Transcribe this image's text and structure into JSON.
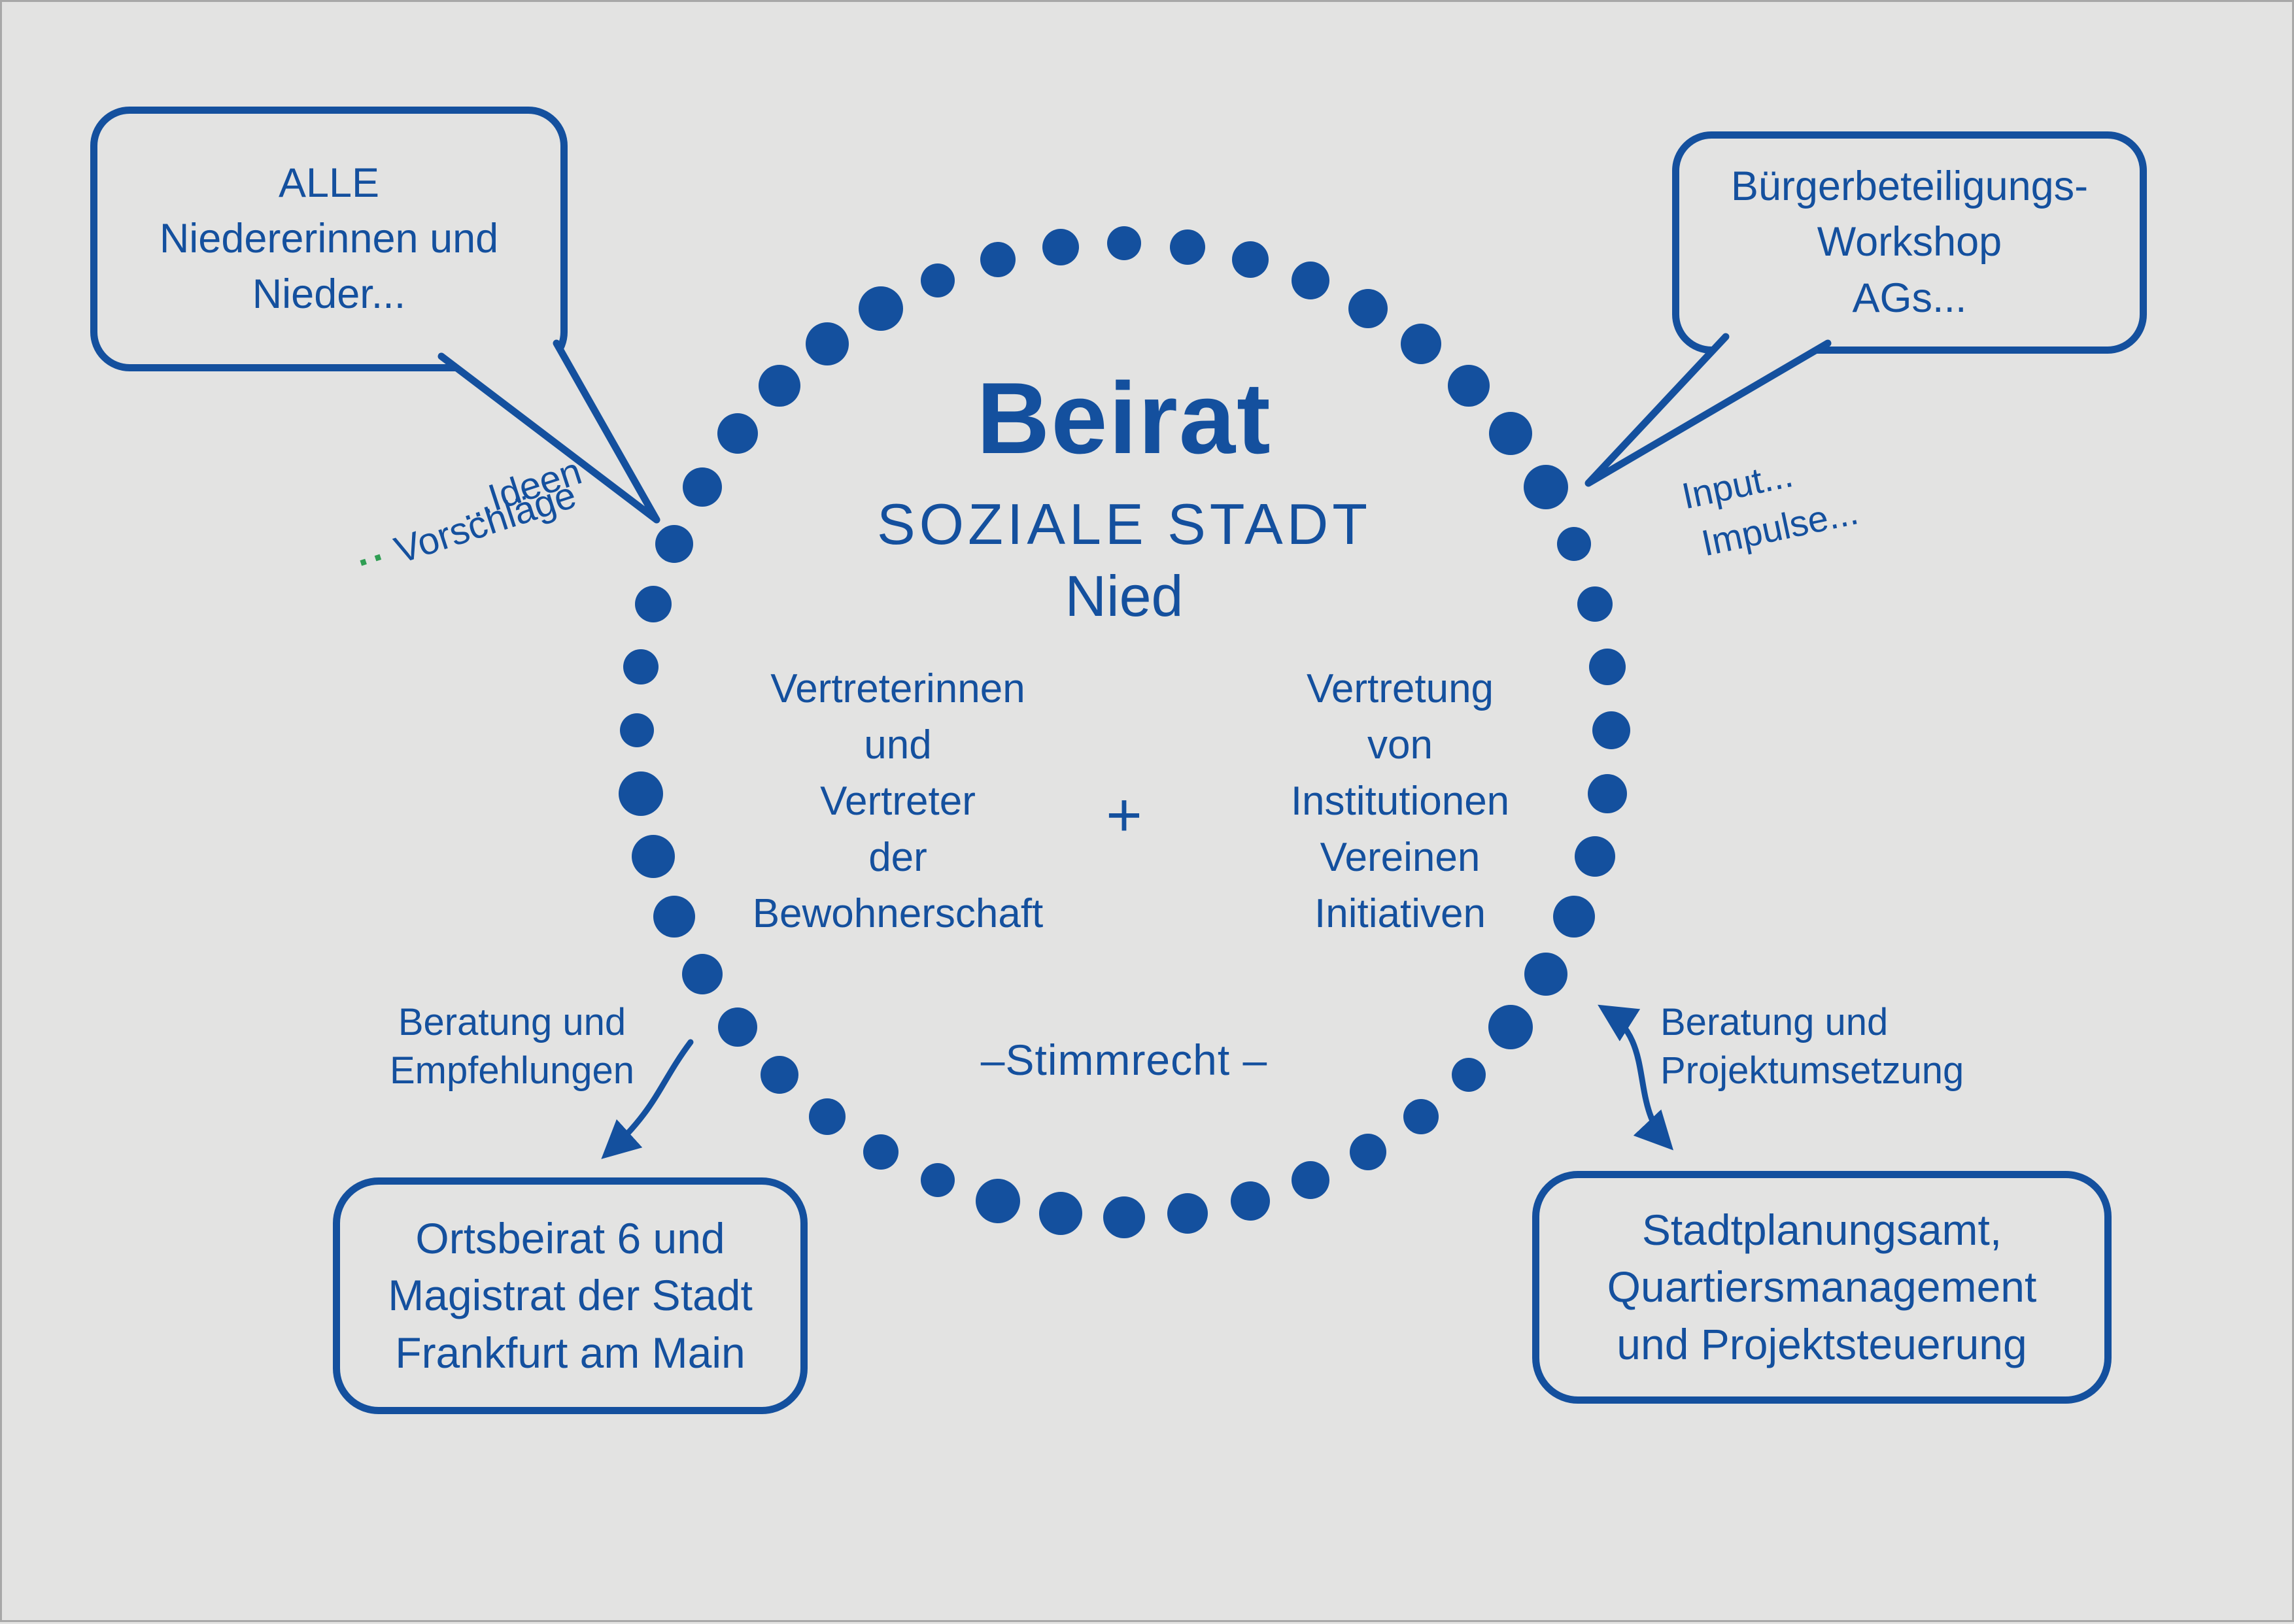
{
  "colors": {
    "primary": "#14509e",
    "background": "#e3e3e2",
    "accent_green": "#2f9e53",
    "frame": "#a8a8a8"
  },
  "circle": {
    "title": "Beirat",
    "subtitle": "SOZIALE STADT",
    "region": "Nied",
    "left_column": [
      "Vertreterinnen",
      "und",
      "Vertreter",
      "der",
      "Bewohnerschaft"
    ],
    "plus": "+",
    "right_column": [
      "Vertretung",
      "von",
      "Institutionen",
      "Vereinen",
      "Initiativen"
    ],
    "voting_note": "–Stimmrecht –"
  },
  "bubbles": {
    "top_left": {
      "lines": [
        "ALLE",
        "Niedererinnen und",
        "Nieder..."
      ]
    },
    "top_right": {
      "lines": [
        "Bürgerbeteiligungs-",
        "Workshop",
        "AGs..."
      ]
    }
  },
  "boxes": {
    "bottom_left": {
      "lines": [
        "Ortsbeirat 6 und",
        "Magistrat der Stadt",
        "Frankfurt am Main"
      ]
    },
    "bottom_right": {
      "lines": [
        "Stadtplanungsamt,",
        "Quartiersmanagement",
        "und Projektsteuerung"
      ]
    }
  },
  "annotations": {
    "ideen": "...Ideen",
    "vorschlaege_dots": "··",
    "vorschlaege": "Vorschläge",
    "input": "Input...",
    "impulse": "Impulse...",
    "left_label_line1": "Beratung und",
    "left_label_line2": "Empfehlungen",
    "right_label_line1": "Beratung und",
    "right_label_line2": "Projektumsetzung"
  }
}
